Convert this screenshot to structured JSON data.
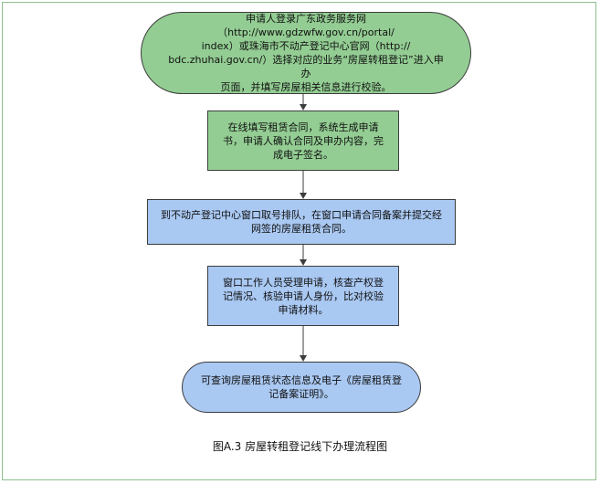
{
  "nodes": {
    "step1": "申请人登录广东政务服务网（http://www.gdzwfw.gov.cn/portal/\nindex）或珠海市不动产登记中心官网（http://\nbdc.zhuhai.gov.cn/）选择对应的业务“房屋转租登记”进入申办\n页面，并填写房屋相关信息进行校验。",
    "step2": "在线填写租赁合同，系统生成申请\n书，申请人确认合同及申办内容，完\n成电子签名。",
    "step3": "到不动产登记中心窗口取号排队，在窗口申请合同备案并提交经\n网签的房屋租赁合同。",
    "step4": "窗口工作人员受理申请，核查产权登\n记情况、核验申请人身份，比对校验\n申请材料。",
    "step5": "可查询房屋租赁状态信息及电子《房屋租赁登\n记备案证明》。"
  },
  "caption": "图A.3 房屋转租登记线下办理流程图",
  "colors": {
    "green_fill": "#93cd93",
    "blue_fill": "#a9c8f2",
    "border": "#3d3d3d",
    "frame": "#8fbf8f"
  }
}
